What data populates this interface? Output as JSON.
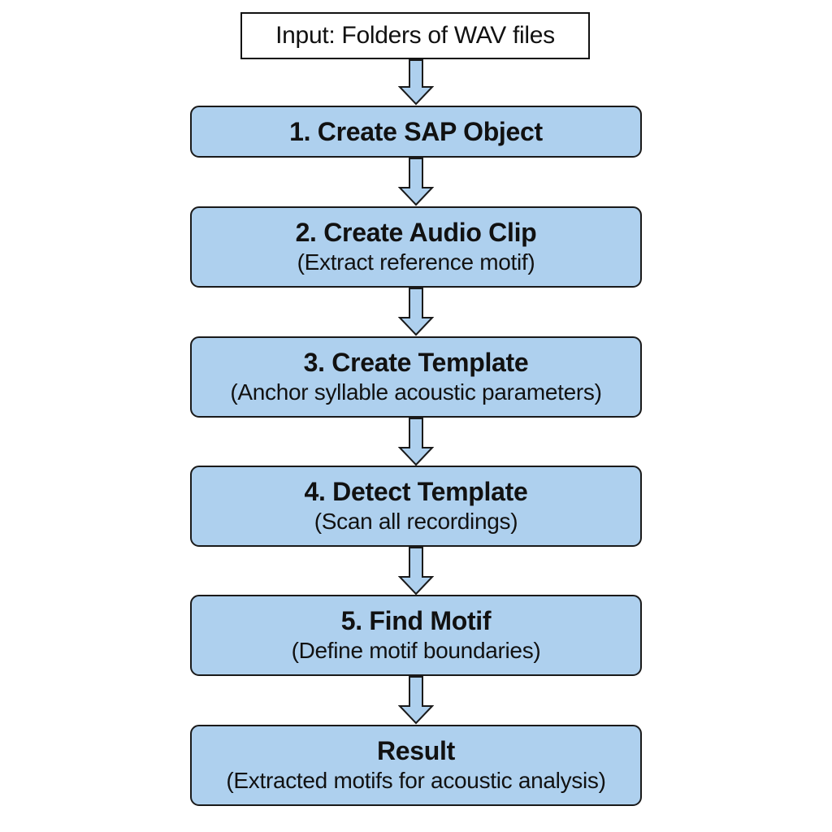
{
  "diagram": {
    "fill_color": "#aed0ee",
    "border_color": "#1a1a1a",
    "arrow_fill": "#aed0ee",
    "arrow_stroke": "#1a1a1a",
    "input": {
      "label": "Input: Folders of WAV files"
    },
    "steps": [
      {
        "title": "1. Create SAP Object",
        "subtitle": ""
      },
      {
        "title": "2. Create Audio Clip",
        "subtitle": "(Extract reference motif)"
      },
      {
        "title": "3. Create Template",
        "subtitle": "(Anchor syllable acoustic parameters)"
      },
      {
        "title": "4. Detect Template",
        "subtitle": "(Scan all recordings)"
      },
      {
        "title": "5. Find Motif",
        "subtitle": "(Define motif boundaries)"
      },
      {
        "title": "Result",
        "subtitle": "(Extracted motifs for acoustic analysis)"
      }
    ],
    "arrow_icon": "down-arrow-icon"
  }
}
